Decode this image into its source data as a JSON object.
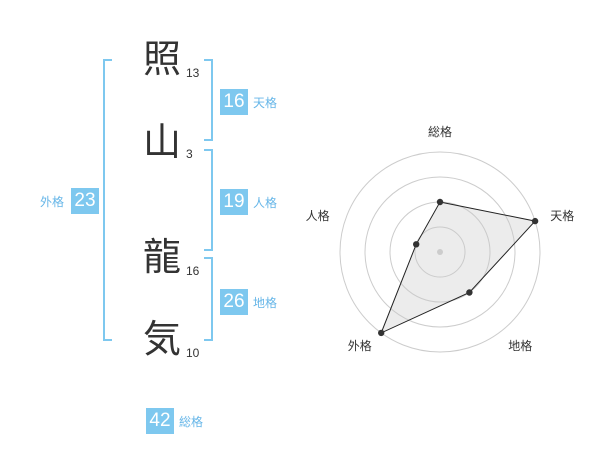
{
  "name_chars": [
    {
      "char": "照",
      "strokes": "13"
    },
    {
      "char": "山",
      "strokes": "3"
    },
    {
      "char": "龍",
      "strokes": "16"
    },
    {
      "char": "気",
      "strokes": "10"
    }
  ],
  "kakusu": {
    "tenkaku": {
      "value": "16",
      "label": "天格"
    },
    "jinkaku": {
      "value": "19",
      "label": "人格"
    },
    "chikaku": {
      "value": "26",
      "label": "地格"
    },
    "gaikaku": {
      "value": "23",
      "label": "外格"
    },
    "soukaku": {
      "value": "42",
      "label": "総格"
    }
  },
  "colors": {
    "accent": "#7ec8ef",
    "label": "#66b6e8",
    "text": "#333333",
    "grid": "#cccccc"
  },
  "chart_data": {
    "type": "radar",
    "axes": [
      "総格",
      "天格",
      "地格",
      "外格",
      "人格"
    ],
    "values": [
      2,
      4,
      2,
      4,
      1
    ],
    "max": 4,
    "rings": 4
  }
}
